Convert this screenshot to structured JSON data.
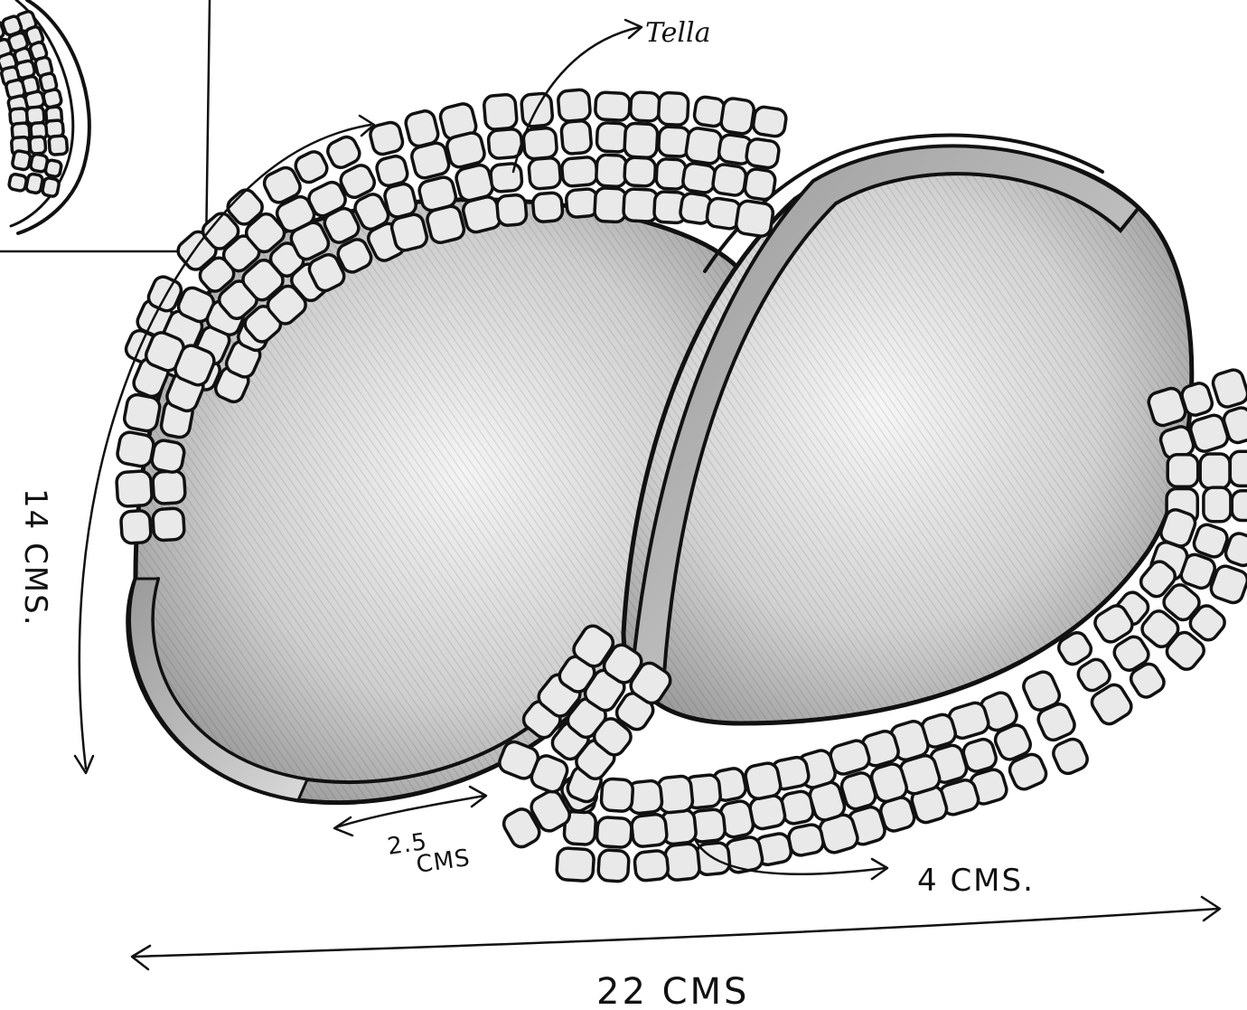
{
  "diagram": {
    "callout_label": "Tella",
    "dimensions": {
      "height_label": "14 CMS.",
      "width_label": "22 CMS",
      "gap_value": "2.5",
      "gap_unit": "CMS",
      "band_label": "4 CMS."
    },
    "colors": {
      "ink": "#111111",
      "shading": "#bdbdbd",
      "paper": "#ffffff",
      "cell_fill": "#e9e9e9"
    }
  }
}
